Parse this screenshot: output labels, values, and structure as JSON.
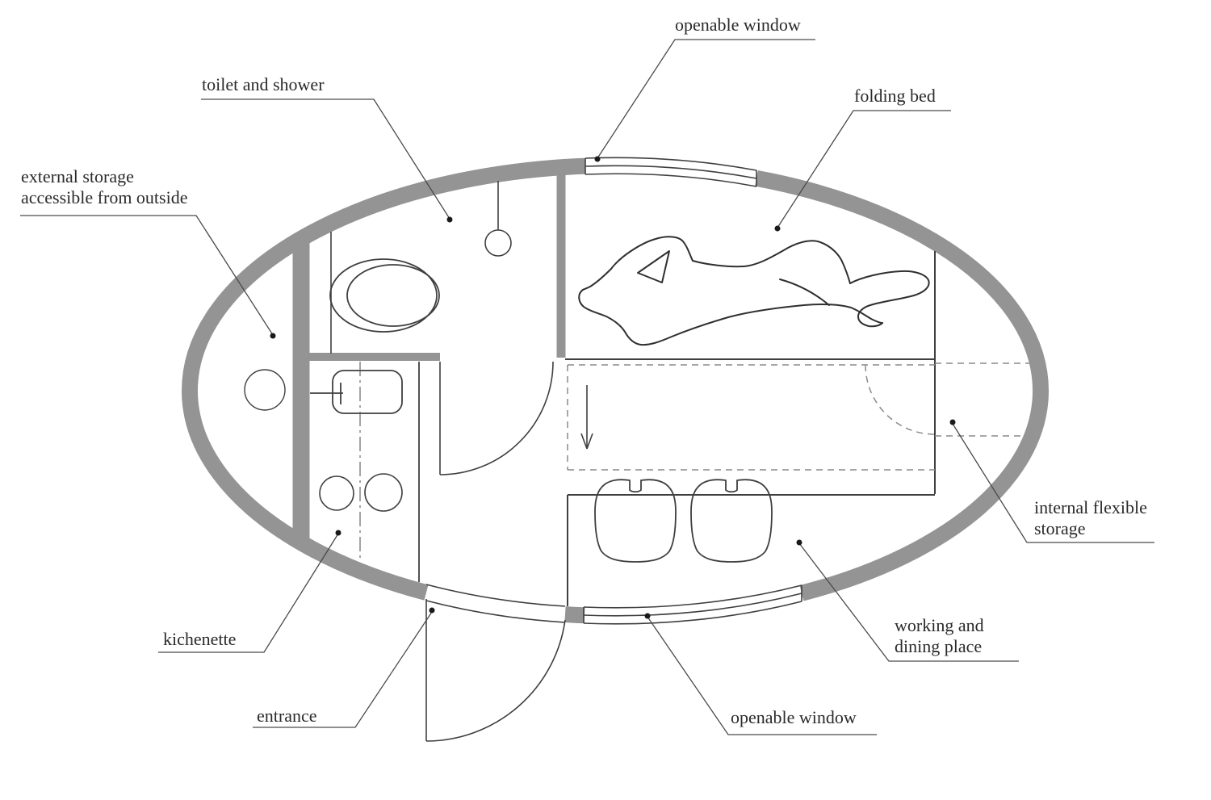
{
  "plan": {
    "type": "floor-plan",
    "subject": "elliptical micro-home top view",
    "labels": {
      "openable_window_top": {
        "lines": [
          "openable window"
        ]
      },
      "toilet_and_shower": {
        "lines": [
          "toilet and shower"
        ]
      },
      "folding_bed": {
        "lines": [
          "folding bed"
        ]
      },
      "external_storage": {
        "lines": [
          "external storage",
          "accessible from outside"
        ]
      },
      "internal_flexible_storage": {
        "lines": [
          "internal flexible",
          "storage"
        ]
      },
      "kichenette": {
        "lines": [
          "kichenette"
        ]
      },
      "entrance": {
        "lines": [
          "entrance"
        ]
      },
      "working_and_dining_place": {
        "lines": [
          "working and",
          "dining place"
        ]
      },
      "openable_window_bottom": {
        "lines": [
          "openable window"
        ]
      }
    },
    "colors": {
      "wall_gray": "#949494",
      "line_dark": "#3f3f3f",
      "leader": "#4a4a4a",
      "text": "#2a2a2a",
      "background": "#ffffff"
    }
  }
}
